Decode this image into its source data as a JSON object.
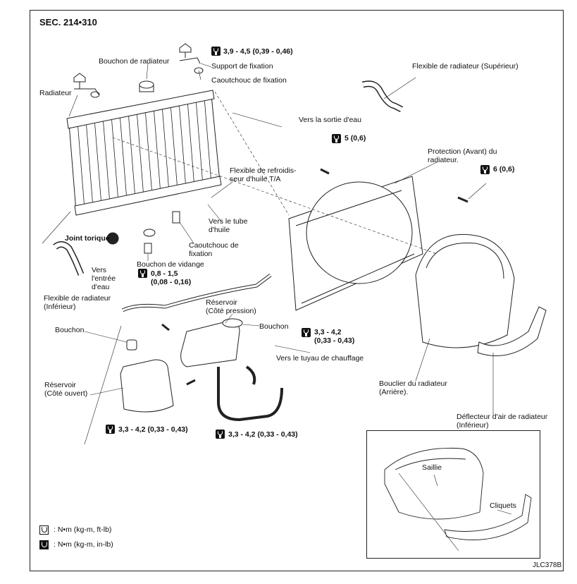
{
  "header": {
    "section": "SEC. 214•310"
  },
  "footer": {
    "code": "JLC378B"
  },
  "labels": {
    "torque_top": "3,9 - 4,5 (0,39 - 0,46)",
    "support": "Support de fixation",
    "caoutchouc1": "Caoutchouc de fixation",
    "bouchon_radiateur": "Bouchon de radiateur",
    "radiateur": "Radiateur",
    "flexible_sup": "Flexible de radiateur (Supérieur)",
    "sortie_eau": "Vers la sortie d'eau",
    "torque_5": "5 (0,6)",
    "protection": "Protection (Avant) du\nradiateur.",
    "torque_6": "6 (0,6)",
    "flexible_refr": "Flexible de refroidis-\nseur d'huile T/A",
    "tube_huile": "Vers le tube\nd'huile",
    "joint": "Joint torique",
    "caoutchouc2": "Caoutchouc de\nfixation",
    "entree_eau": "Vers\nl'entrée\nd'eau",
    "bouchon_vidange": "Bouchon de vidange",
    "torque_vidange": "0,8 - 1,5\n(0,08 - 0,16)",
    "flexible_inf": "Flexible de radiateur\n(Inférieur)",
    "reservoir_p": "Réservoir\n(Côté pression)",
    "bouchon2": "Bouchon",
    "torque_33a": "3,3 - 4,2\n(0,33 - 0,43)",
    "tuyau_chauffage": "Vers le tuyau de chauffage",
    "bouchon3": "Bouchon",
    "reservoir_o": "Réservoir\n(Côté ouvert)",
    "bouclier": "Bouclier du radiateur\n(Arrière).",
    "deflecteur": "Déflecteur d'air de radiateur\n(Inférieur)",
    "torque_33b": "3,3 - 4,2 (0,33 - 0,43)",
    "torque_33c": "3,3 - 4,2 (0,33 - 0,43)",
    "saillie": "Saillie",
    "cliquets": "Cliquets"
  },
  "legend": {
    "unit1": ": N•m (kg-m, ft-lb)",
    "unit2": ": N•m (kg-m, in-lb)"
  }
}
